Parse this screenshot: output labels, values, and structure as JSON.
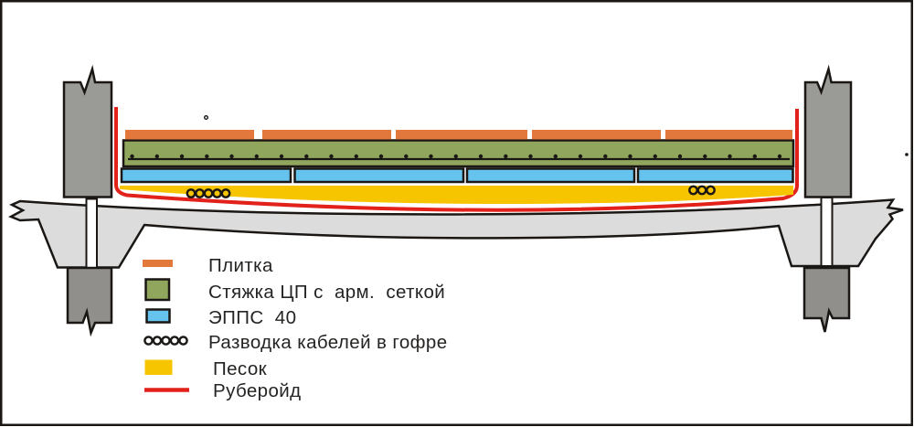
{
  "legend": {
    "items": [
      {
        "id": "tile",
        "label": "Плитка",
        "swatch": "filled-rect"
      },
      {
        "id": "screed",
        "label": "Стяжка ЦП с  арм.  сеткой",
        "swatch": "outlined-rect"
      },
      {
        "id": "epps",
        "label": "ЭППС  40",
        "swatch": "outlined-rect"
      },
      {
        "id": "cables",
        "label": "Разводка кабелей в гофре",
        "swatch": "circles"
      },
      {
        "id": "sand",
        "label": "Песок",
        "swatch": "filled-rect"
      },
      {
        "id": "ruberoid",
        "label": "Руберойд",
        "swatch": "line"
      }
    ]
  },
  "colors": {
    "tile": "#E2783C",
    "screed": "#8FA65C",
    "epps": "#65C3EE",
    "sand": "#F6C500",
    "ruberoid": "#E2211A",
    "column_upper": "#9A9A97",
    "column_lower": "#908F8B",
    "slab": "#DCDCDC",
    "outline": "#1A1714",
    "text": "#262422",
    "cable_dot_fill": "#FFFFFF"
  }
}
